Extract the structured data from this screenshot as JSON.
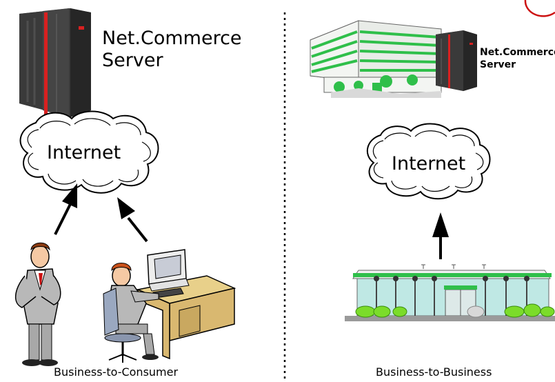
{
  "left": {
    "server_label_line1": "Net.Commerce",
    "server_label_line2": "Server",
    "cloud_label": "Internet",
    "caption": "Business-to-Consumer"
  },
  "right": {
    "server_label_line1": "Net.Commerce",
    "server_label_line2": "Server",
    "cloud_label": "Internet",
    "caption": "Business-to-Business"
  },
  "colors": {
    "server_body": "#3a3a3a",
    "server_stripe": "#d92020",
    "building_green": "#2fbf4a",
    "glass": "#bfe8e4",
    "accent_red": "#cc1111"
  },
  "icons": [
    "server-rack-icon",
    "cloud-icon",
    "consumer-person-icon",
    "desk-computer-user-icon",
    "office-building-icon",
    "storefront-icon"
  ]
}
